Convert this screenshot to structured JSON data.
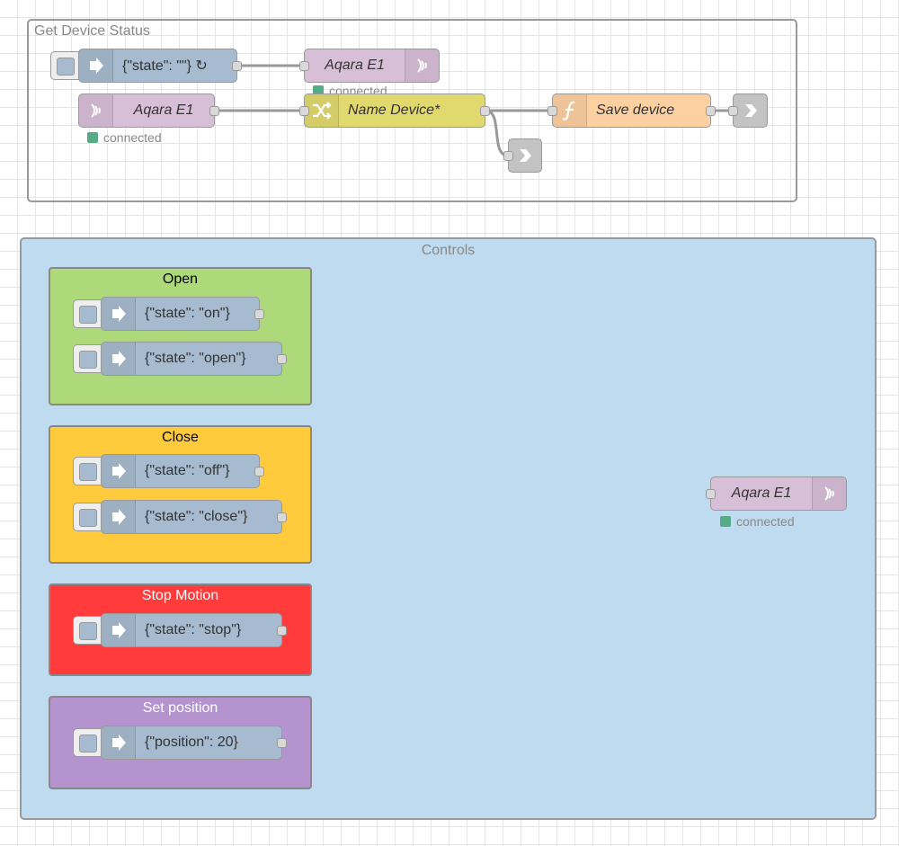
{
  "groups": {
    "status": {
      "label": "Get Device Status"
    },
    "controls": {
      "label": "Controls"
    },
    "open": {
      "label": "Open",
      "color": "#add97a"
    },
    "close": {
      "label": "Close",
      "color": "#ffcb3d"
    },
    "stop": {
      "label": "Stop Motion",
      "color": "#ff3b3b"
    },
    "position": {
      "label": "Set position",
      "color": "#b493cf"
    },
    "controls_color": "#bfdbef"
  },
  "nodes": {
    "inject_status": {
      "label": "{\"state\": \"\"} ↻",
      "icon": "arrow-in-icon"
    },
    "zigbee_out_top": {
      "label": "Aqara E1",
      "status": "connected",
      "icon": "zigbee-icon"
    },
    "zigbee_in": {
      "label": "Aqara E1",
      "status": "connected",
      "icon": "zigbee-icon"
    },
    "change": {
      "label": "Name Device*",
      "icon": "shuffle-icon"
    },
    "function": {
      "label": "Save device",
      "icon": "function-icon"
    },
    "inject_on": {
      "label": "{\"state\": \"on\"}"
    },
    "inject_open": {
      "label": "{\"state\": \"open\"}"
    },
    "inject_off": {
      "label": "{\"state\": \"off\"}"
    },
    "inject_close": {
      "label": "{\"state\": \"close\"}"
    },
    "inject_stop": {
      "label": "{\"state\": \"stop\"}"
    },
    "inject_position": {
      "label": "{\"position\": 20}"
    },
    "zigbee_out_controls": {
      "label": "Aqara E1",
      "status": "connected"
    }
  }
}
